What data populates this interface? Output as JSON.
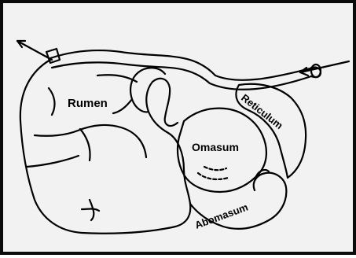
{
  "diagram": {
    "labels": {
      "rumen": "Rumen",
      "omasum": "Omasum",
      "reticulum": "Reticulum",
      "abomasum": "Abomasum"
    }
  },
  "colors": {
    "outline": "#000000",
    "background": "#f2f2f2",
    "border": "#0b0b0b"
  }
}
